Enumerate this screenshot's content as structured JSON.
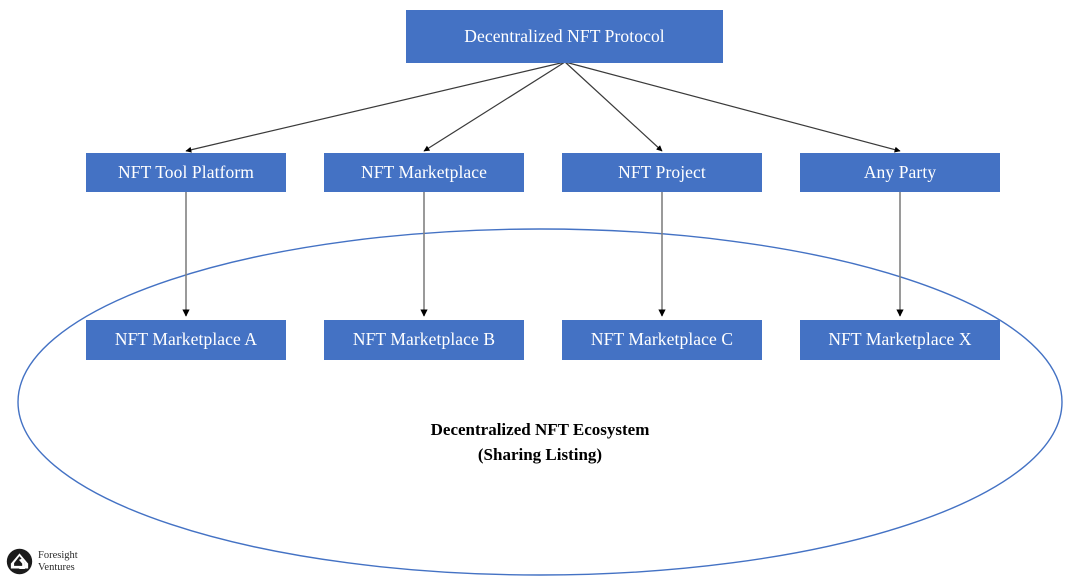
{
  "diagram": {
    "title_node": {
      "id": "decentralized-nft-protocol",
      "label": "Decentralized NFT Protocol"
    },
    "actor_nodes": [
      {
        "id": "nft-tool-platform",
        "label": "NFT Tool Platform"
      },
      {
        "id": "nft-marketplace",
        "label": "NFT Marketplace"
      },
      {
        "id": "nft-project",
        "label": "NFT Project"
      },
      {
        "id": "any-party",
        "label": "Any Party"
      }
    ],
    "marketplace_nodes": [
      {
        "id": "nft-marketplace-a",
        "label": "NFT Marketplace A"
      },
      {
        "id": "nft-marketplace-b",
        "label": "NFT Marketplace B"
      },
      {
        "id": "nft-marketplace-c",
        "label": "NFT Marketplace C"
      },
      {
        "id": "nft-marketplace-x",
        "label": "NFT Marketplace X"
      }
    ],
    "ecosystem": {
      "line1": "Decentralized NFT Ecosystem",
      "line2": "(Sharing Listing)"
    },
    "colors": {
      "node_fill": "#4472C4",
      "node_text": "#FFFFFF",
      "ellipse_stroke": "#4472C4",
      "fan_arrow": "#3A3A3A",
      "vertical_arrow": "#808080",
      "arrowhead": "#000000",
      "label_text": "#000000"
    }
  },
  "watermark": {
    "icon": "foresight-ventures-logo-icon",
    "line1": "Foresight",
    "line2": "Ventures"
  }
}
